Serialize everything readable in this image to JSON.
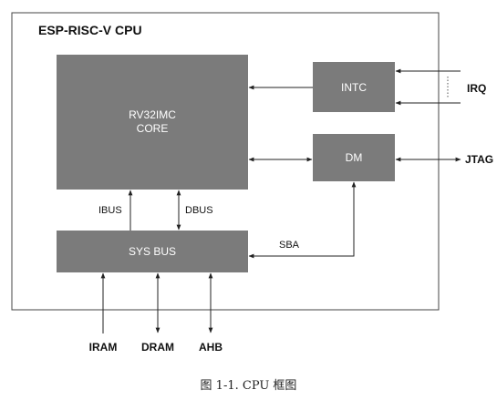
{
  "title": "ESP-RISC-V CPU",
  "blocks": {
    "core": {
      "line1": "RV32IMC",
      "line2": "CORE"
    },
    "intc": "INTC",
    "dm": "DM",
    "sys_bus": "SYS BUS"
  },
  "bus_labels": {
    "ibus": "IBUS",
    "dbus": "DBUS",
    "sba": "SBA"
  },
  "signals": {
    "irq": "IRQ",
    "jtag": "JTAG",
    "iram": "IRAM",
    "dram": "DRAM",
    "ahb": "AHB"
  },
  "caption": "图 1-1. CPU 框图",
  "colors": {
    "block_fill": "#7b7b7b",
    "block_text": "#ffffff",
    "line": "#222222"
  }
}
